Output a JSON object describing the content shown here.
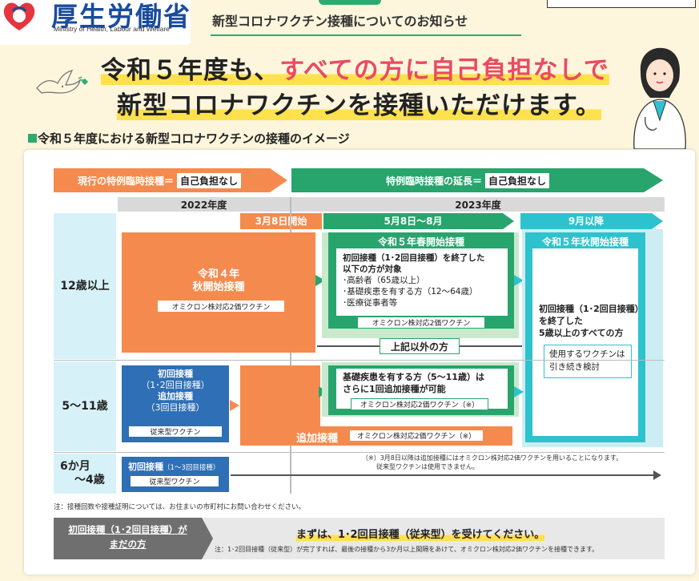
{
  "header": {
    "logo_jp": "厚生労働省",
    "logo_en": "Ministry of Health, Labour and Welfare",
    "notice": "新型コロナワクチン接種についてのお知らせ"
  },
  "headline": {
    "line1_a": "令和５年度も、",
    "line1_b": "すべての方に自己負担なしで",
    "line2": "新型コロナワクチンを接種いただけます。"
  },
  "section_title": "令和５年度における新型コロナワクチンの接種のイメージ",
  "timeline": {
    "banner_current": "現行の特例臨時接種＝",
    "banner_extension": "特例臨時接種の延長＝",
    "no_cost": "自己負担なし",
    "fy2022": "2022年度",
    "fy2023": "2023年度",
    "mar8": "3月8日開始",
    "may_aug": "5月8日〜8月",
    "sep": "9月以降"
  },
  "rows": {
    "r1": "12歳以上",
    "r2": "5〜11歳",
    "r3a": "6か月",
    "r3b": "〜4歳"
  },
  "blocks": {
    "r4autumn_1": "令和４年",
    "r4autumn_2": "秋開始接種",
    "omicron_bivalent": "オミクロン株対応2価ワクチン",
    "spring_title": "令和５年春開始接種",
    "spring_1": "初回接種（1･2回目接種）を終了した",
    "spring_2": "以下の方が対象",
    "spring_3": "･高齢者（65歳以上）",
    "spring_4": "･基礎疾患を有する方（12〜64歳）",
    "spring_5": "･医療従事者等",
    "others": "上記以外の方",
    "autumn_title": "令和５年秋開始接種",
    "autumn_1": "初回接種（1･2回目接種）",
    "autumn_2": "を終了した",
    "autumn_3": "5歳以上のすべての方",
    "vaccine_tbd_1": "使用するワクチンは",
    "vaccine_tbd_2": "引き続き検討",
    "child_1": "初回接種",
    "child_2": "（1･2回目接種）",
    "child_3": "追加接種",
    "child_4": "（3回目接種）",
    "conventional": "従来型ワクチン",
    "child_basic_1": "基礎疾患を有する方（5〜11歳）は",
    "child_basic_2": "さらに1回追加接種が可能",
    "omicron_note": "オミクロン株対応2価ワクチン（※）",
    "booster": "追加接種",
    "infant_1": "初回接種",
    "infant_2": "（1〜3回目接種）"
  },
  "notes": {
    "asterisk_1": "（※）3月8日以降は追加接種にはオミクロン株対応2価ワクチンを用いることになります。",
    "asterisk_2": "従来型ワクチンは使用できません。",
    "contact": "注：接種回数や接種証明については、お住まいの市町村にお問い合わせください。",
    "footer_left_1": "初回接種（1･2回目接種）が",
    "footer_left_2": "まだの方",
    "footer_main": "まずは、1･2回目接種（従来型）を受けてください。",
    "footer_sub": "注：1･2回目接種（従来型）が完了すれば、最後の接種から3か月以上間隔をあけて、オミクロン株対応2価ワクチンを接種できます。"
  },
  "colors": {
    "orange": "#f58a4e",
    "green": "#28a46d",
    "teal": "#2ec2cf",
    "blue": "#2e6fb5",
    "navy": "#1a4c9c",
    "red": "#ea4a63",
    "marker": "#ffe14d"
  }
}
